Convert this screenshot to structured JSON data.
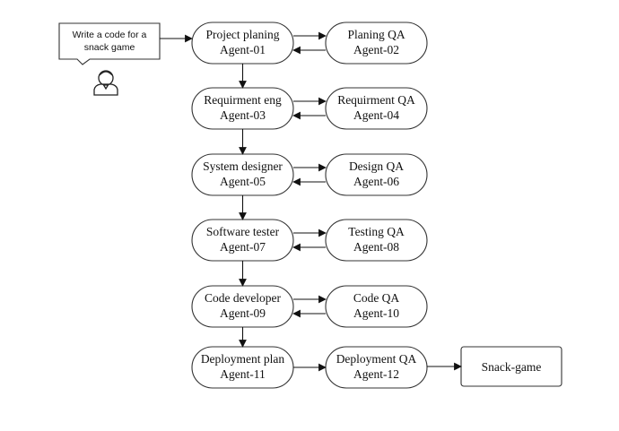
{
  "request": {
    "line1": "Write a code for a",
    "line2": "snack game"
  },
  "agents": [
    {
      "role": "Project planing",
      "id": "Agent-01"
    },
    {
      "role": "Planing QA",
      "id": "Agent-02"
    },
    {
      "role": "Requirment eng",
      "id": "Agent-03"
    },
    {
      "role": "Requirment QA",
      "id": "Agent-04"
    },
    {
      "role": "System designer",
      "id": "Agent-05"
    },
    {
      "role": "Design QA",
      "id": "Agent-06"
    },
    {
      "role": "Software tester",
      "id": "Agent-07"
    },
    {
      "role": "Testing QA",
      "id": "Agent-08"
    },
    {
      "role": "Code developer",
      "id": "Agent-09"
    },
    {
      "role": "Code QA",
      "id": "Agent-10"
    },
    {
      "role": "Deployment plan",
      "id": "Agent-11"
    },
    {
      "role": "Deployment QA",
      "id": "Agent-12"
    }
  ],
  "output": {
    "label": "Snack-game"
  },
  "icons": {
    "user": "user-icon"
  }
}
